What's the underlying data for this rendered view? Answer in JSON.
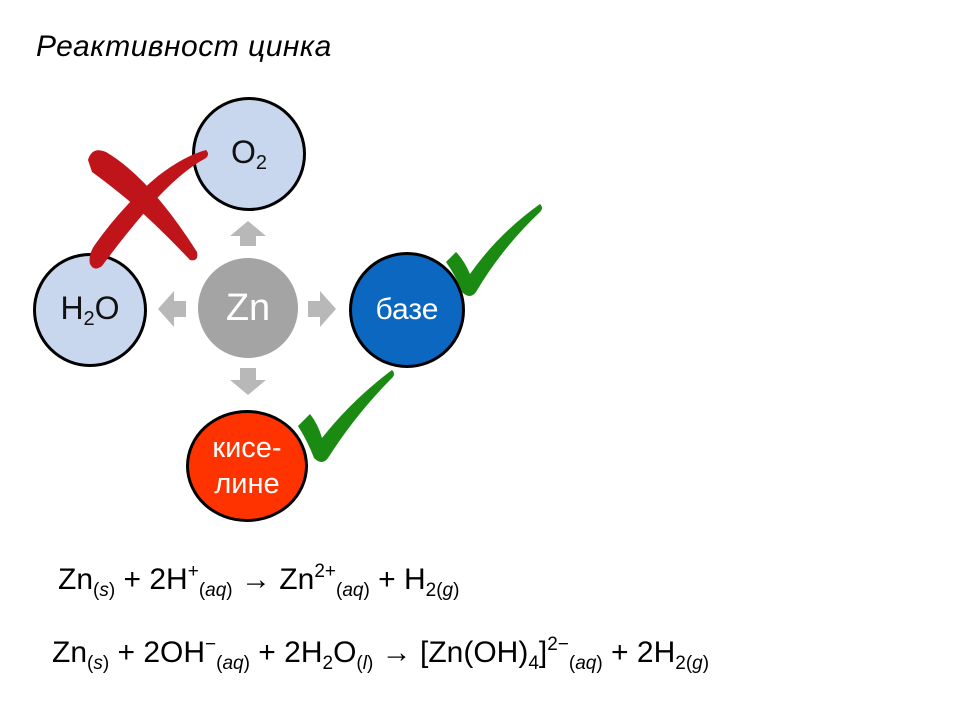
{
  "title": "Реактивност цинка",
  "nodes": {
    "o2": {
      "main": "O",
      "sub": "2",
      "color": "#c8d7ed"
    },
    "h2o": {
      "pre": "H",
      "sub": "2",
      "post": "O",
      "color": "#c8d7ed"
    },
    "zn": {
      "label": "Zn",
      "color": "#a4a4a4"
    },
    "base": {
      "label": "базе",
      "color": "#0b67bf"
    },
    "acid": {
      "line1": "кисе-",
      "line2": "лине",
      "color": "#ff3300"
    }
  },
  "marks": {
    "cross_color": "#c0141b",
    "check_color": "#1a8a12",
    "arrow_color": "#b8b8b8"
  },
  "equations": {
    "eq1": {
      "a": "Zn",
      "a_state": "s",
      "plus1": " + 2H",
      "h_sup": "+",
      "h_state": "aq",
      "arrow": " → ",
      "b": "Zn",
      "b_sup": "2+",
      "b_state": "aq",
      "plus2": " + H",
      "h2_sub": "2",
      "h2_state": "g"
    },
    "eq2": {
      "a": "Zn",
      "a_state": "s",
      "plus1": " + 2OH",
      "oh_sup": "−",
      "oh_state": "aq",
      "plus2": " + 2H",
      "w_sub": "2",
      "w_o": "O",
      "w_state": "l",
      "arrow": " → ",
      "c1": "[Zn(OH)",
      "c_sub": "4",
      "c2": "]",
      "c_sup": "2−",
      "c_state": "aq",
      "plus3": " + 2H",
      "h2_sub": "2",
      "h2_state": "g"
    }
  }
}
